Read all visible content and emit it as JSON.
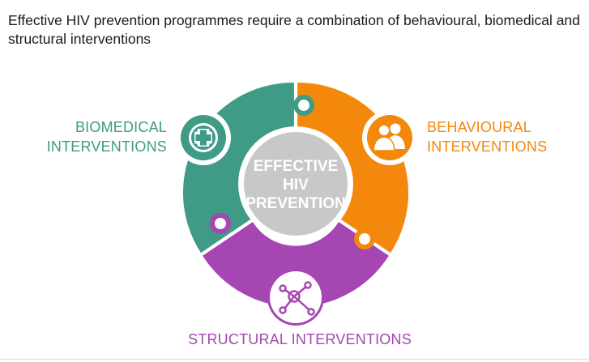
{
  "title": "Effective HIV prevention programmes require a combination of behavioural, biomedical and structural interventions",
  "center": {
    "lines": [
      "EFFECTIVE",
      "HIV",
      "PREVENTION"
    ],
    "color": "#c8c8c8"
  },
  "segments": {
    "biomedical": {
      "label_line1": "BIOMEDICAL",
      "label_line2": "INTERVENTIONS",
      "color": "#3f9b86",
      "icon": "plus-icon"
    },
    "behavioural": {
      "label_line1": "BEHAVIOURAL",
      "label_line2": "INTERVENTIONS",
      "color": "#f3880c",
      "icon": "people-icon"
    },
    "structural": {
      "label": "STRUCTURAL INTERVENTIONS",
      "color": "#a646b3",
      "icon": "network-icon"
    }
  }
}
